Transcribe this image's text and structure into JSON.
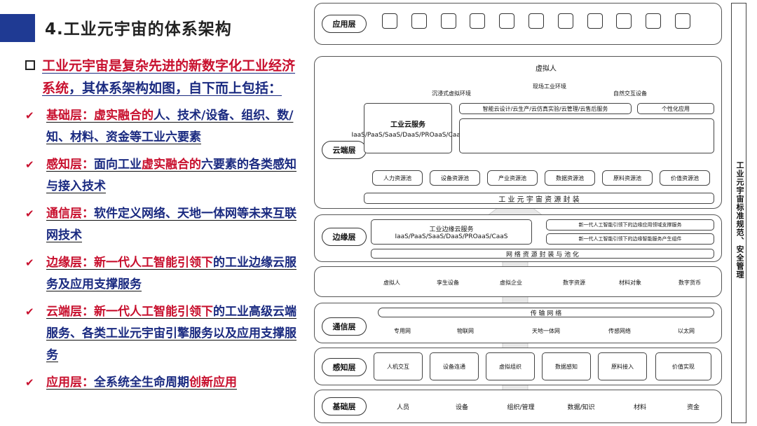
{
  "header": {
    "title": "4.工业元宇宙的体系架构"
  },
  "intro": {
    "part1": "工业元宇宙是复杂先进的新数字化工业经济系统",
    "part2": "，其体系架构如图，自下而上包括："
  },
  "items": [
    {
      "head": "基础层：",
      "red": "虚实融合的",
      "rest": "人、技术/设备、组织、数/知、材料、资金等工业六要素"
    },
    {
      "head": "感知层：",
      "red": "",
      "rest": "面向工业",
      "red2": "虚实融合的",
      "rest2": "六要素的各类感知与接入技术"
    },
    {
      "head": "通信层：",
      "red": "",
      "rest": "软件定义网络、天地一体网等未来互联网技术"
    },
    {
      "head": "边缘层：",
      "red": "新一代人工智能引领下",
      "rest": "的工业边缘云服务及应用支撑服务"
    },
    {
      "head": "云端层：",
      "red": "新一代人工智能引领下",
      "rest": "的工业高级云端服务、各类工业元宇宙引擎服务以及应用支撑服务"
    },
    {
      "head": "应用层：",
      "red": "",
      "rest": "全系统全生命周期",
      "red2": "创新应用",
      "rest2": ""
    }
  ],
  "diagram": {
    "layers": {
      "app": "应用层",
      "cloud": "云端层",
      "edge": "边缘层",
      "comm": "通信层",
      "sense": "感知层",
      "base": "基础层"
    },
    "right_bar": "工业元宇宙标准规范、安全管理",
    "cloud": {
      "virtual_person": "虚拟人",
      "immersive": "沉浸式虚拟环境",
      "field": "现场工业环境",
      "auto": "自然交互设备",
      "cloud_service": "工业云服务",
      "cloud_service_types": "IaaS/PaaS/SaaS/DaaS/PROaaS/CaaS",
      "smart_cloud": "智能云设计/云生产/云仿真实验/云管理/云售后服务",
      "personal": "个性化应用",
      "pools": [
        "人力资源池",
        "设备资源池",
        "产业资源池",
        "数据资源池",
        "原料资源池",
        "价值资源池"
      ],
      "encap": "工 业 元 宇 宙 资 源 封 装"
    },
    "edge": {
      "service": "工业边缘云服务",
      "service_types": "IaaS/PaaS/SaaS/DaaS/PROaaS/CaaS",
      "ai1": "新一代人工智能引领下的边缘应用领域支撑服务",
      "ai2": "新一代人工智能引领下的边缘智能服务产生组件",
      "encap": "网 络 资 源 封 装 与 池 化",
      "resources": [
        "虚拟人",
        "孪生设备",
        "虚拟企业",
        "数字资源",
        "材料对象",
        "数字货币"
      ]
    },
    "comm": {
      "network": "传 输 网 络",
      "nets": [
        "专用网",
        "物联网",
        "天地一体网",
        "传感网络",
        "以太网"
      ]
    },
    "sense": {
      "items": [
        "人机交互",
        "设备连通",
        "虚拟组织",
        "数据感知",
        "原料接入",
        "价值实现"
      ]
    },
    "base": {
      "items": [
        "人员",
        "设备",
        "组织/管理",
        "数据/知识",
        "材料",
        "资金"
      ]
    }
  }
}
